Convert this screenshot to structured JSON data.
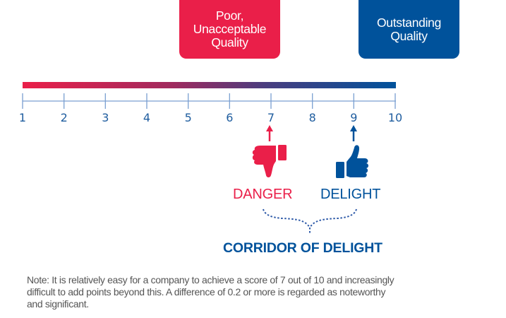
{
  "boxes": {
    "poor": {
      "lines": [
        "Poor,",
        "Unacceptable",
        "Quality"
      ],
      "color": "#ea1f49"
    },
    "outstanding": {
      "lines": [
        "Outstanding",
        "Quality"
      ],
      "color": "#00529b"
    }
  },
  "scale": {
    "min": 1,
    "max": 10,
    "ticks": [
      "1",
      "2",
      "3",
      "4",
      "5",
      "6",
      "7",
      "8",
      "9",
      "10"
    ],
    "gradient_start": "#ea1f49",
    "gradient_end": "#00529b",
    "axis_color": "#7a9fd1",
    "label_color": "#1f5d9f"
  },
  "markers": {
    "danger": {
      "value": 7,
      "label": "DANGER",
      "icon": "thumbs-down-icon",
      "color": "#ea1f49"
    },
    "delight": {
      "value": 9,
      "label": "DELIGHT",
      "icon": "thumbs-up-icon",
      "color": "#00529b"
    }
  },
  "corridor": {
    "label": "CORRIDOR OF DELIGHT",
    "color": "#00529b"
  },
  "note": {
    "lines": [
      "Note: It is relatively easy for a company to achieve a score of 7 out of 10 and increasingly",
      "difficult to add points beyond this.  A difference of 0.2 or more is regarded as noteworthy",
      "and significant."
    ]
  }
}
